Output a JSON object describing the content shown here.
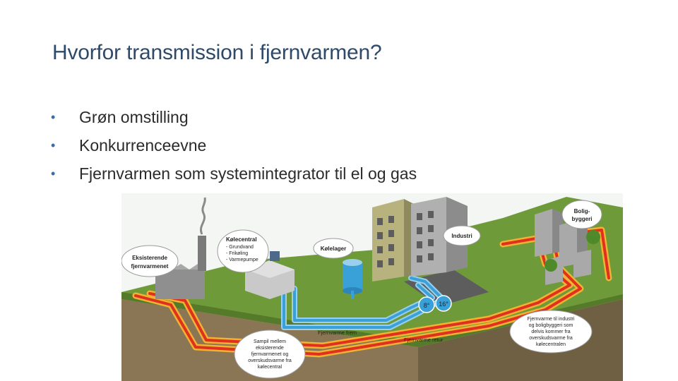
{
  "slide": {
    "title": "Hvorfor transmission i fjernvarmen?",
    "bullets": [
      "Grøn omstilling",
      "Konkurrenceevne",
      "Fjernvarmen som systemintegrator til el og gas"
    ]
  },
  "diagram": {
    "labels": {
      "eksisterende_line1": "Eksisterende",
      "eksisterende_line2": "fjernvarmenet",
      "kolecentral_title": "Kølecentral",
      "kolecentral_item1": "- Grundvand",
      "kolecentral_item2": "- Frikøling",
      "kolecentral_item3": "- Varmepumpe",
      "kolelager": "Kølelager",
      "industri": "Industri",
      "bolig_line1": "Bolig-",
      "bolig_line2": "byggeri",
      "temp_cold": "8°",
      "temp_warm": "16°",
      "pipe_frem": "Fjernvarme frem",
      "pipe_retur": "Fjernvarme retur",
      "samspil_lines": [
        "Sampil mellem",
        "eksisterende",
        "fjernvarmenet og",
        "overskudsvarme fra",
        "kølecentral"
      ],
      "fjernvarme_lines": [
        "Fjernvarme til industri",
        "og boligbyggeri som",
        "delvis kommer fra",
        "overskudsvarme fra",
        "kølecentralen"
      ]
    }
  },
  "colors": {
    "title": "#2e4a6b",
    "bullet_dot": "#3a6ea5",
    "grass": "#6e9a3a",
    "soil": "#7a6a4e",
    "pipe_hot": "#e0301e",
    "pipe_cold": "#3aa0d8"
  }
}
